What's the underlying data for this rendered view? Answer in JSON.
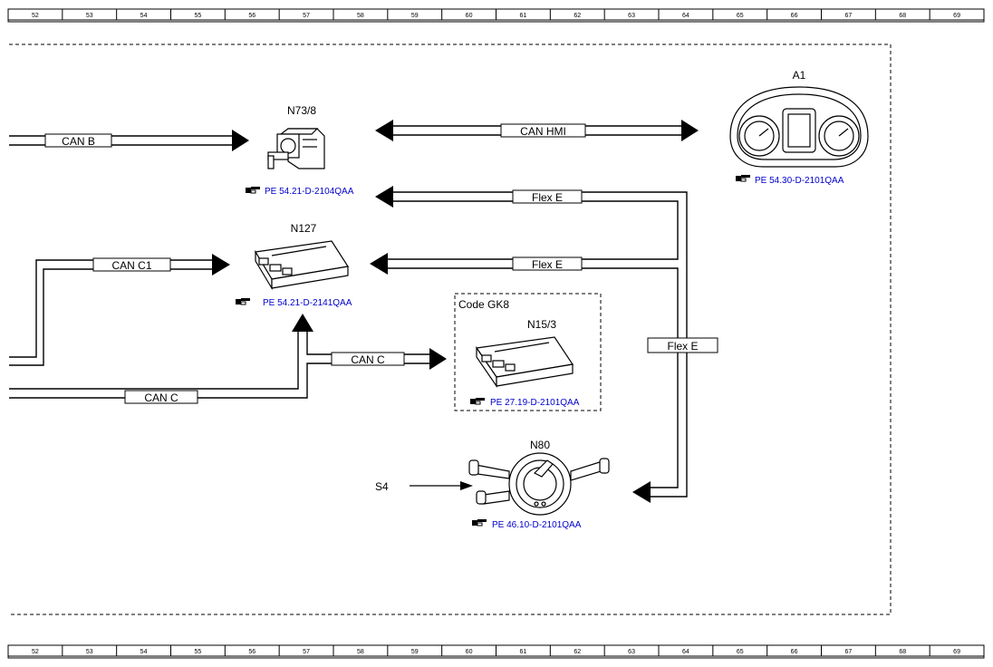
{
  "ruler": {
    "labels": [
      "52",
      "53",
      "54",
      "55",
      "56",
      "57",
      "58",
      "59",
      "60",
      "61",
      "62",
      "63",
      "64",
      "65",
      "66",
      "67",
      "68",
      "69"
    ]
  },
  "components": {
    "a1": {
      "id": "A1",
      "ref": "PE 54.30-D-2101QAA"
    },
    "n73": {
      "id": "N73/8",
      "ref": "PE 54.21-D-2104QAA"
    },
    "n127": {
      "id": "N127",
      "ref": "PE 54.21-D-2141QAA"
    },
    "n15": {
      "id": "N15/3",
      "ref": "PE 27.19-D-2101QAA",
      "code": "Code GK8"
    },
    "n80": {
      "id": "N80",
      "ref": "PE 46.10-D-2101QAA"
    },
    "s4": {
      "id": "S4"
    }
  },
  "buses": {
    "can_b": "CAN B",
    "can_hmi": "CAN HMI",
    "flex_e_1": "Flex E",
    "flex_e_2": "Flex E",
    "flex_e_3": "Flex E",
    "can_c1": "CAN C1",
    "can_c_1": "CAN C",
    "can_c_2": "CAN C"
  },
  "colors": {
    "line": "#000000",
    "link": "#0000cc",
    "background": "#ffffff"
  },
  "icons": {
    "reference": "pointing-hand-icon"
  }
}
